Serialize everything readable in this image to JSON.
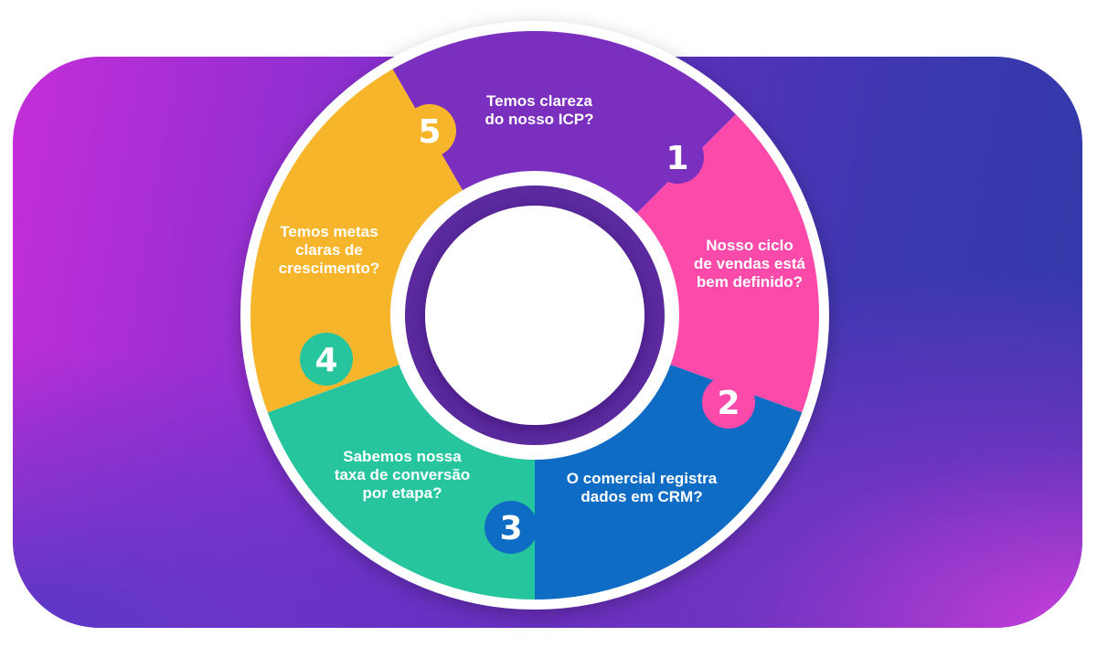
{
  "segments": [
    {
      "number": "1",
      "lines": [
        "Temos clareza",
        "do nosso ICP?"
      ],
      "color": "#7b2fbe"
    },
    {
      "number": "2",
      "lines": [
        "Nosso ciclo",
        "de vendas está",
        "bem definido?"
      ],
      "color": "#fc4aab"
    },
    {
      "number": "3",
      "lines": [
        "O comercial registra",
        "dados em CRM?"
      ],
      "color": "#0f6cc4"
    },
    {
      "number": "4",
      "lines": [
        "Sabemos nossa",
        "taxa de conversão",
        "por etapa?"
      ],
      "color": "#27c59e"
    },
    {
      "number": "5",
      "lines": [
        "Temos metas",
        "claras de",
        "crescimento?"
      ],
      "color": "#f7b52b"
    }
  ],
  "colors": {
    "ring": "#ffffff",
    "inner_ring": "#5a2a9e",
    "center": "#ffffff"
  }
}
